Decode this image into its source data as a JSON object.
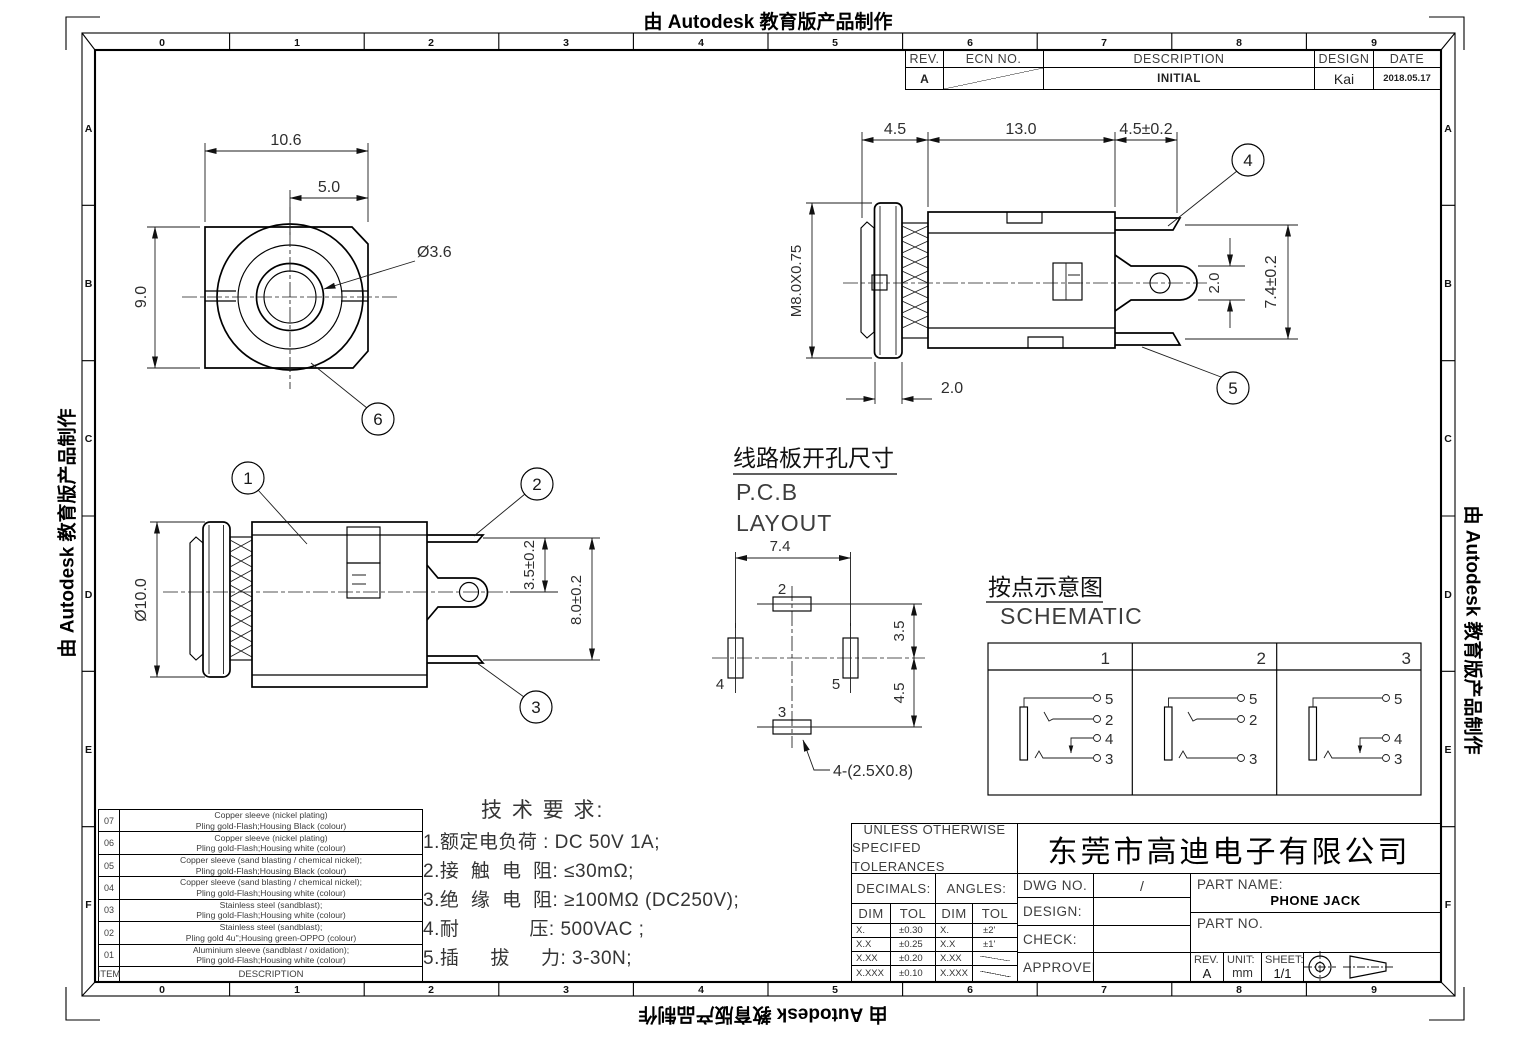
{
  "watermark": "由 Autodesk 教育版产品制作",
  "border": {
    "columns": [
      "0",
      "1",
      "2",
      "3",
      "4",
      "5",
      "6",
      "7",
      "8",
      "9"
    ],
    "rows": [
      "A",
      "B",
      "C",
      "D",
      "E",
      "F"
    ]
  },
  "revision_table": {
    "rev_h": "REV.",
    "ecn_h": "ECN NO.",
    "desc_h": "DESCRIPTION",
    "design_h": "DESIGN",
    "date_h": "DATE",
    "rev": "A",
    "desc": "INITIAL",
    "design": "Kai",
    "date": "2018.05.17"
  },
  "front_view": {
    "dim_width": "10.6",
    "dim_half": "5.0",
    "dim_height": "9.0",
    "dim_hole": "Ø3.6",
    "balloon": "6"
  },
  "panel_view": {
    "dim_a": "4.5",
    "dim_b": "13.0",
    "dim_c": "4.5±0.2",
    "dim_thread": "M8.0X0.75",
    "dim_nut": "2.0",
    "dim_pin": "2.0",
    "dim_span": "7.4±0.2",
    "balloon_top": "4",
    "balloon_bottom": "5"
  },
  "side_view": {
    "dim_dia": "Ø10.0",
    "dim_half": "3.5±0.2",
    "dim_span": "8.0±0.2",
    "balloon_body": "1",
    "balloon_top": "2",
    "balloon_bottom": "3"
  },
  "pcb": {
    "title_cn": "线路板开孔尺寸",
    "title_en_1": "P.C.B",
    "title_en_2": "LAYOUT",
    "dim_w": "7.4",
    "dim_top": "3.5",
    "dim_bottom": "4.5",
    "note": "4-(2.5X0.8)",
    "pad_top": "2",
    "pad_left": "4",
    "pad_right": "5",
    "pad_bottom": "3"
  },
  "schematic": {
    "title_cn": "按点示意图",
    "title_en": "SCHEMATIC",
    "panels": [
      {
        "label": "1",
        "t5": "5",
        "t2": "2",
        "t4": "4",
        "t3": "3"
      },
      {
        "label": "2",
        "t5": "5",
        "t2": "2",
        "t3": "3"
      },
      {
        "label": "3",
        "t5": "5",
        "t4": "4",
        "t3": "3"
      }
    ]
  },
  "tech": {
    "title": "技  术  要  求:",
    "items": [
      "1.额定电负荷 : DC 50V 1A;",
      "2.接  触  电  阻: ≤30mΩ;",
      "3.绝  缘  电  阻: ≥100MΩ (DC250V);",
      "4.耐　　　  压: 500VAC ;",
      "5.插　  拔　  力: 3-30N;"
    ]
  },
  "item_table": {
    "item_h": "ITEM",
    "desc_h": "DESCRIPTION",
    "rows": [
      {
        "no": "07",
        "l1": "Copper sleeve (nickel plating)",
        "l2": "Pling gold-Flash;Housing Black (colour)"
      },
      {
        "no": "06",
        "l1": "Copper sleeve (nickel plating)",
        "l2": "Pling gold-Flash;Housing white (colour)"
      },
      {
        "no": "05",
        "l1": "Copper sleeve (sand blasting / chemical nickel);",
        "l2": "Pling gold-Flash;Housing Black (colour)"
      },
      {
        "no": "04",
        "l1": "Copper sleeve (sand blasting / chemical nickel);",
        "l2": "Pling gold-Flash;Housing white (colour)"
      },
      {
        "no": "03",
        "l1": "Stainless steel (sandblast);",
        "l2": "Pling gold-Flash;Housing white (colour)"
      },
      {
        "no": "02",
        "l1": "Stainless steel (sandblast);",
        "l2": "Pling gold 4u'';Housing green-OPPO (colour)"
      },
      {
        "no": "01",
        "l1": "Aluminium sleeve (sandblast / oxidation);",
        "l2": "Pling gold-Flash;Housing white (colour)"
      }
    ]
  },
  "title_block": {
    "note1": "UNLESS OTHERWISE",
    "note2": "SPECIFED TOLERANCES",
    "decimals": "DECIMALS:",
    "angles": "ANGLES:",
    "dim_h": "DIM",
    "tol_h": "TOL",
    "dec_rows": [
      {
        "d": "X.",
        "t": "±0.30"
      },
      {
        "d": "X.X",
        "t": "±0.25"
      },
      {
        "d": "X.XX",
        "t": "±0.20"
      },
      {
        "d": "X.XXX",
        "t": "±0.10"
      }
    ],
    "ang_rows": [
      {
        "d": "X.",
        "t": "±2'"
      },
      {
        "d": "X.X",
        "t": "±1'"
      },
      {
        "d": "X.XX",
        "t": ""
      },
      {
        "d": "X.XXX",
        "t": ""
      }
    ],
    "company": "东莞市高迪电子有限公司",
    "dwg_no": "DWG NO.",
    "dwg_no_value": "/",
    "design": "DESIGN:",
    "check": "CHECK:",
    "approved": "APPROVED",
    "part_name": "PART NAME:",
    "part_name_value": "PHONE JACK",
    "part_no": "PART NO.",
    "rev": "REV.",
    "rev_value": "A",
    "unit": "UNIT:",
    "unit_value": "mm",
    "sheet": "SHEET:",
    "sheet_value": "1/1"
  }
}
